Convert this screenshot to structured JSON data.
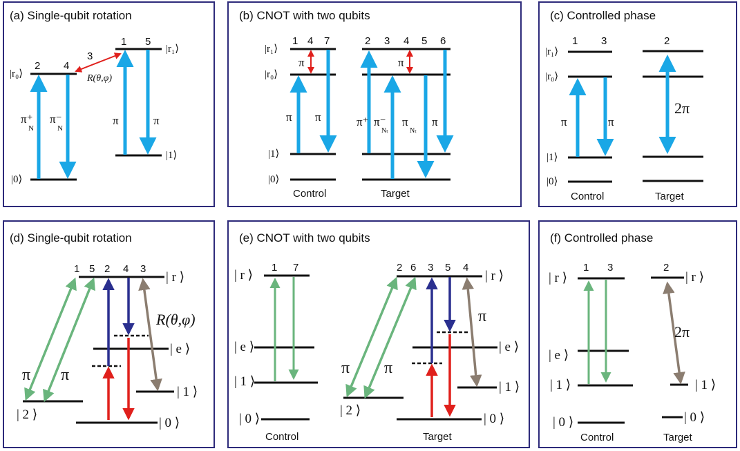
{
  "panels": {
    "a": {
      "title": "(a) Single-qubit rotation",
      "nums": [
        "2",
        "4",
        "3",
        "1",
        "5"
      ],
      "levels": [
        "|r₀⟩",
        "|r₁⟩",
        "|1⟩",
        "|0⟩"
      ],
      "pulses": [
        "π⁺",
        "π⁻",
        "π",
        "π"
      ],
      "pulse_subs": [
        "N",
        "N"
      ],
      "rotation": "R(θ,φ)"
    },
    "b": {
      "title": "(b) CNOT with two qubits",
      "nums": [
        "1",
        "4",
        "7",
        "2",
        "3",
        "4",
        "5",
        "6"
      ],
      "levels": [
        "|r₁⟩",
        "|r₀⟩",
        "|1⟩",
        "|0⟩"
      ],
      "pulses": [
        "π",
        "π",
        "π",
        "π",
        "π⁺",
        "π⁻",
        "π",
        "π"
      ],
      "pulse_subs": [
        "Nₜ",
        "Nₜ"
      ],
      "labels": [
        "Control",
        "Target"
      ]
    },
    "c": {
      "title": "(c) Controlled phase",
      "nums": [
        "1",
        "3",
        "2"
      ],
      "levels": [
        "|r₁⟩",
        "|r₀⟩",
        "|1⟩",
        "|0⟩"
      ],
      "pulses": [
        "π",
        "π",
        "2π"
      ],
      "labels": [
        "Control",
        "Target"
      ]
    },
    "d": {
      "title": "(d) Single-qubit rotation",
      "nums": [
        "1",
        "5",
        "2",
        "4",
        "3"
      ],
      "levels": [
        "| r ⟩",
        "| e ⟩",
        "| 1 ⟩",
        "| 2 ⟩",
        "| 0 ⟩"
      ],
      "pulses": [
        "π",
        "π"
      ],
      "rotation": "R(θ,φ)"
    },
    "e": {
      "title": "(e) CNOT with two qubits",
      "nums": [
        "1",
        "7",
        "2",
        "6",
        "3",
        "5",
        "4"
      ],
      "levels": [
        "| r ⟩",
        "| e ⟩",
        "| 1 ⟩",
        "| 0 ⟩",
        "| r ⟩",
        "| e ⟩",
        "| 1 ⟩",
        "| 2 ⟩",
        "| 0 ⟩"
      ],
      "pulses": [
        "π",
        "π",
        "π"
      ],
      "labels": [
        "Control",
        "Target"
      ]
    },
    "f": {
      "title": "(f) Controlled phase",
      "nums": [
        "1",
        "3",
        "2"
      ],
      "levels": [
        "| r ⟩",
        "| e ⟩",
        "| 1 ⟩",
        "| 0 ⟩",
        "| r ⟩",
        "| 1 ⟩",
        "| 0 ⟩"
      ],
      "pulses": [
        "2π"
      ],
      "labels": [
        "Control",
        "Target"
      ]
    }
  },
  "colors": {
    "frame": "#2d2a7a",
    "level": "#111111",
    "blue": "#1aa7e6",
    "red": "#e0201c",
    "green": "#6ab57d",
    "navy": "#2a2f8f",
    "brown": "#8b7d70"
  }
}
